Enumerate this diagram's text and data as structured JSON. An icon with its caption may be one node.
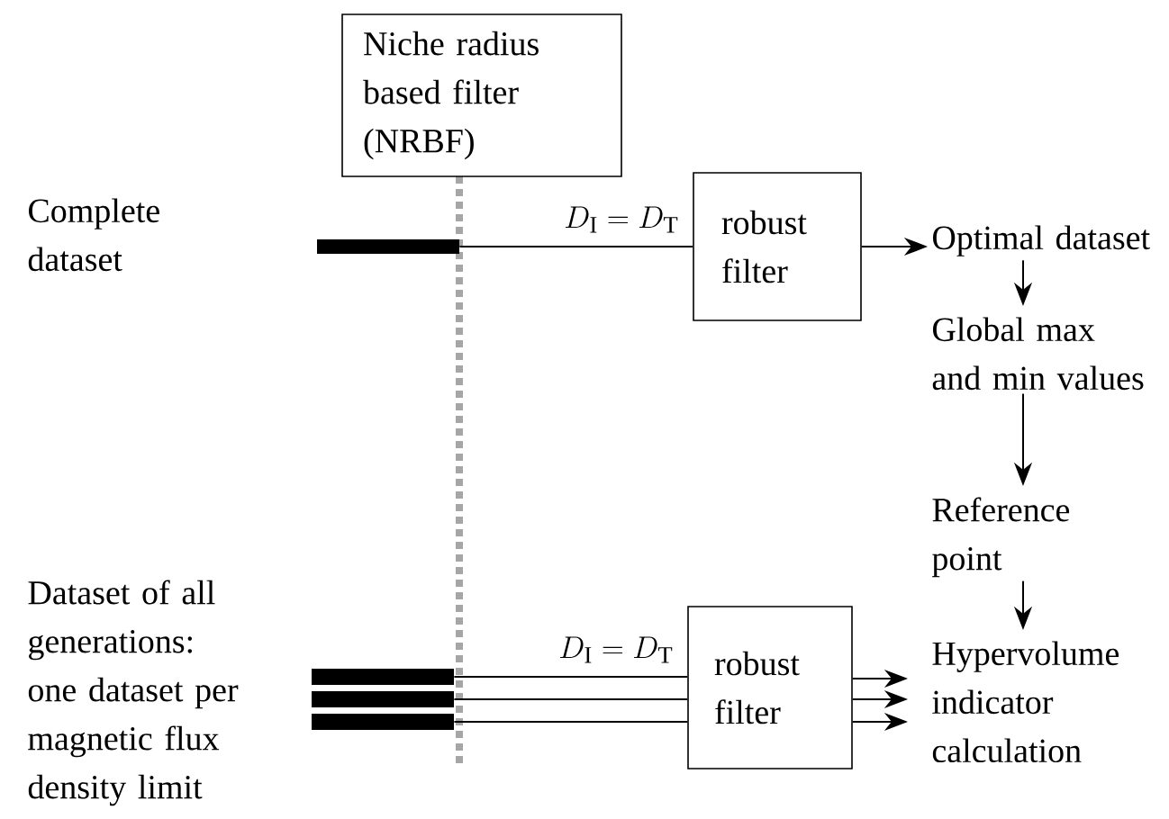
{
  "diagram": {
    "nodes": [
      {
        "text": [
          "Niche radius based filter (NRBF)"
        ]
      },
      {
        "text": [],
        "shape": "bar"
      },
      {
        "text": [
          "robust filter"
        ]
      },
      {
        "text": [
          "Optimal dataset"
        ]
      },
      {
        "text": [
          "Global max and min values"
        ]
      },
      {
        "text": [
          "Reference point"
        ]
      },
      {
        "text": [
          "Hypervolume indicator calculation"
        ]
      },
      {
        "text": [],
        "shape": "bar"
      },
      {
        "text": [],
        "shape": "bar"
      },
      {
        "text": [],
        "shape": "bar"
      },
      {
        "text": [
          "robust filter"
        ]
      }
    ],
    "edges": [
      {
        "from": 1,
        "to": 2,
        "arrow": "none",
        "label": "D_\\mathrm{I} = D_\\mathrm{T}"
      },
      {
        "from": 2,
        "to": 3,
        "arrow": "to"
      },
      {
        "from": 3,
        "to": 4,
        "arrow": "to"
      },
      {
        "from": 4,
        "to": 5,
        "arrow": "to"
      },
      {
        "from": 5,
        "to": 6,
        "arrow": "to"
      },
      {
        "from": 7,
        "to": 10,
        "arrow": "none",
        "label": "D_\\mathrm{I} = D_\\mathrm{T}"
      },
      {
        "from": 8,
        "to": 10,
        "arrow": "none"
      },
      {
        "from": 9,
        "to": 10,
        "arrow": "none"
      },
      {
        "from": 10,
        "to": 6,
        "arrow": "to"
      },
      {
        "from": 10,
        "to": 6,
        "arrow": "to"
      },
      {
        "from": 10,
        "to": 6,
        "arrow": "to"
      }
    ],
    "labels": [
      "Complete dataset",
      "Dataset of all generations: one dataset per magnetic flux density limit"
    ]
  }
}
